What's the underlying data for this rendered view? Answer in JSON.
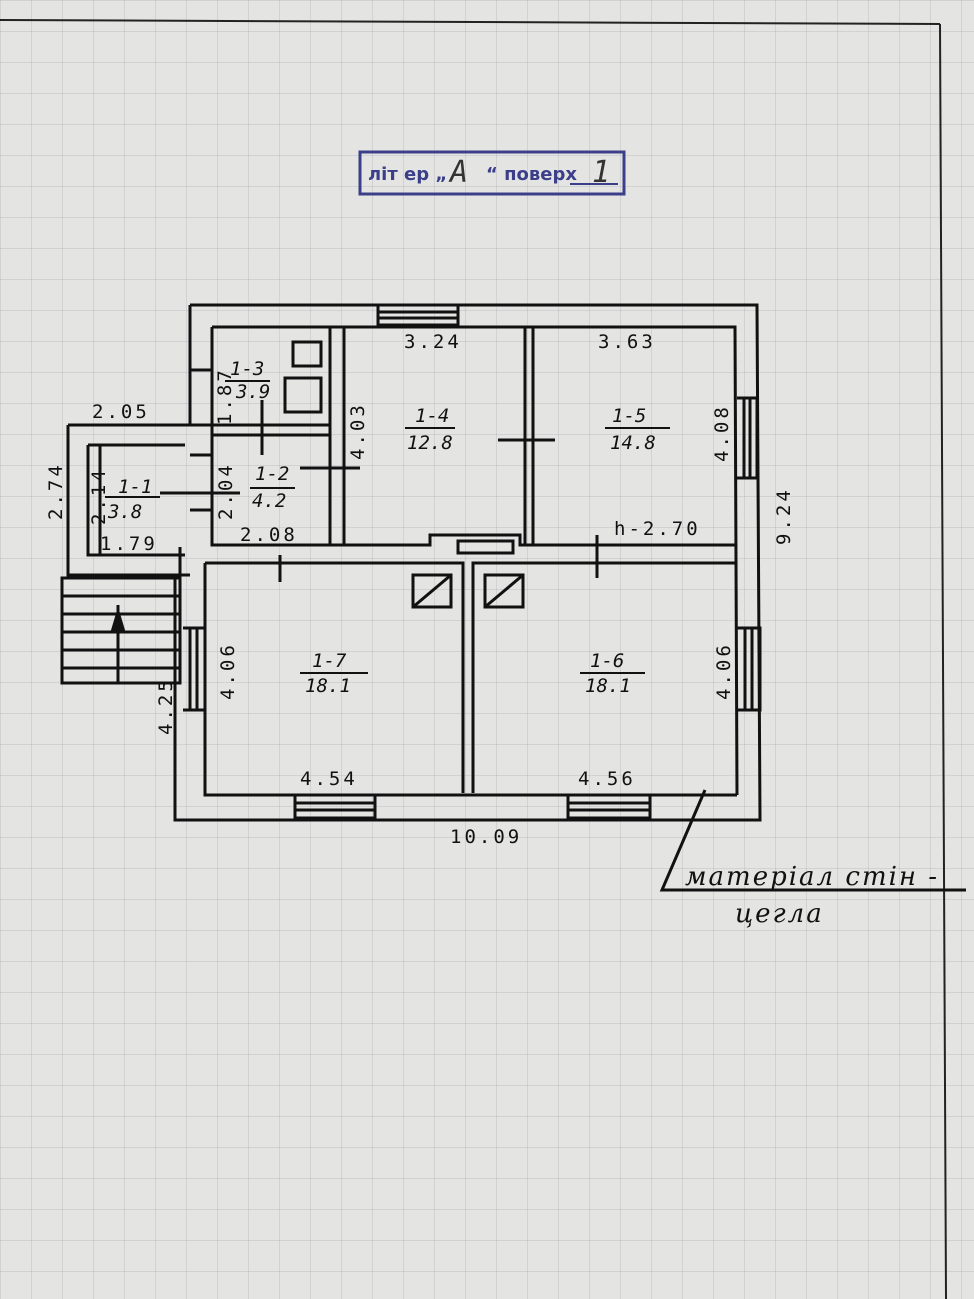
{
  "stamp": {
    "prefix": "літ ер „",
    "letter": "А",
    "suffix": "“ поверх",
    "floor": "1"
  },
  "rooms": [
    {
      "id": "1-1",
      "area": "3.8"
    },
    {
      "id": "1-2",
      "area": "4.2"
    },
    {
      "id": "1-3",
      "area": "3.9"
    },
    {
      "id": "1-4",
      "area": "12.8"
    },
    {
      "id": "1-5",
      "area": "14.8"
    },
    {
      "id": "1-6",
      "area": "18.1"
    },
    {
      "id": "1-7",
      "area": "18.1"
    }
  ],
  "dimensions": {
    "porch_width": "2.05",
    "porch_depth": "2.74",
    "porch_inner": "2.14",
    "porch_bottom": "1.79",
    "room_1_3_side": "1.87",
    "room_1_2_side": "2.04",
    "room_1_2_width": "2.08",
    "room_1_4_width": "3.24",
    "room_1_4_depth": "4.03",
    "room_1_5_width": "3.63",
    "room_1_5_depth": "4.08",
    "ceiling_height": "h-2.70",
    "total_depth": "9.24",
    "room_1_7_depth": "4.06",
    "room_1_7_width": "4.54",
    "room_1_6_depth": "4.06",
    "room_1_6_width": "4.56",
    "left_wing": "4.25",
    "total_width": "10.09"
  },
  "note": {
    "line1": "матеріал стін -",
    "line2": "цегла"
  }
}
